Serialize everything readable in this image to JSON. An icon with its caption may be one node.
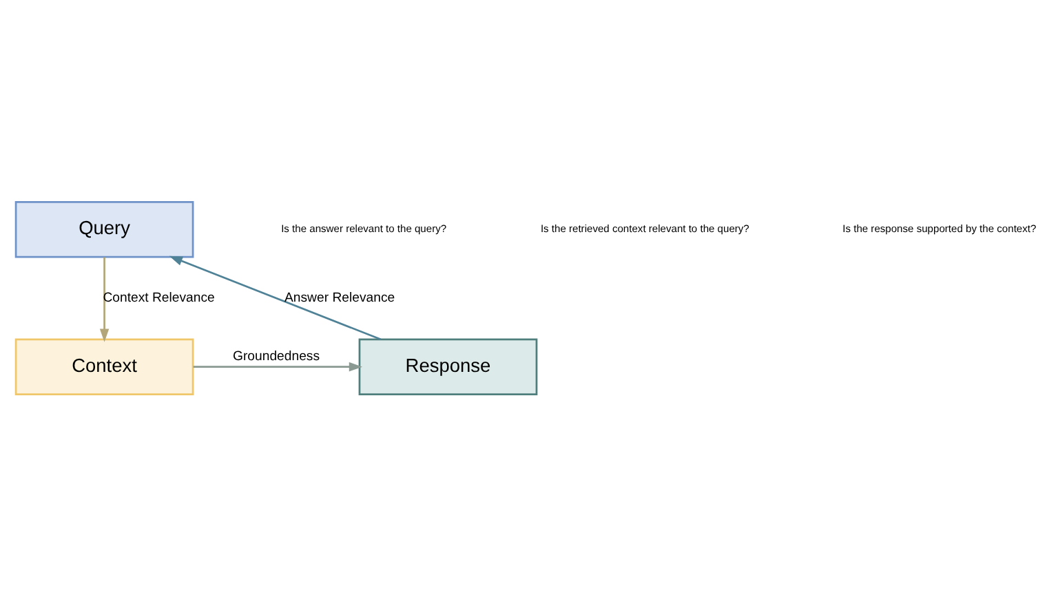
{
  "diagram": {
    "nodes": [
      {
        "text": [
          "Query"
        ]
      },
      {
        "text": [
          "Context"
        ]
      },
      {
        "text": [
          "Response"
        ]
      }
    ],
    "edges": [
      {
        "from": 0,
        "to": 1,
        "arrow": "to",
        "label": "Context Relevance",
        "color": "#b3a67a"
      },
      {
        "from": 1,
        "to": 2,
        "arrow": "to",
        "label": "Groundedness",
        "color": "#8a9a92"
      },
      {
        "from": 2,
        "to": 0,
        "arrow": "to",
        "label": "Answer Relevance",
        "color": "#4f8296"
      }
    ],
    "labels": [
      "Is the answer relevant to the query?",
      "Is the retrieved context relevant to the query?",
      "Is the response supported by the context?"
    ]
  }
}
